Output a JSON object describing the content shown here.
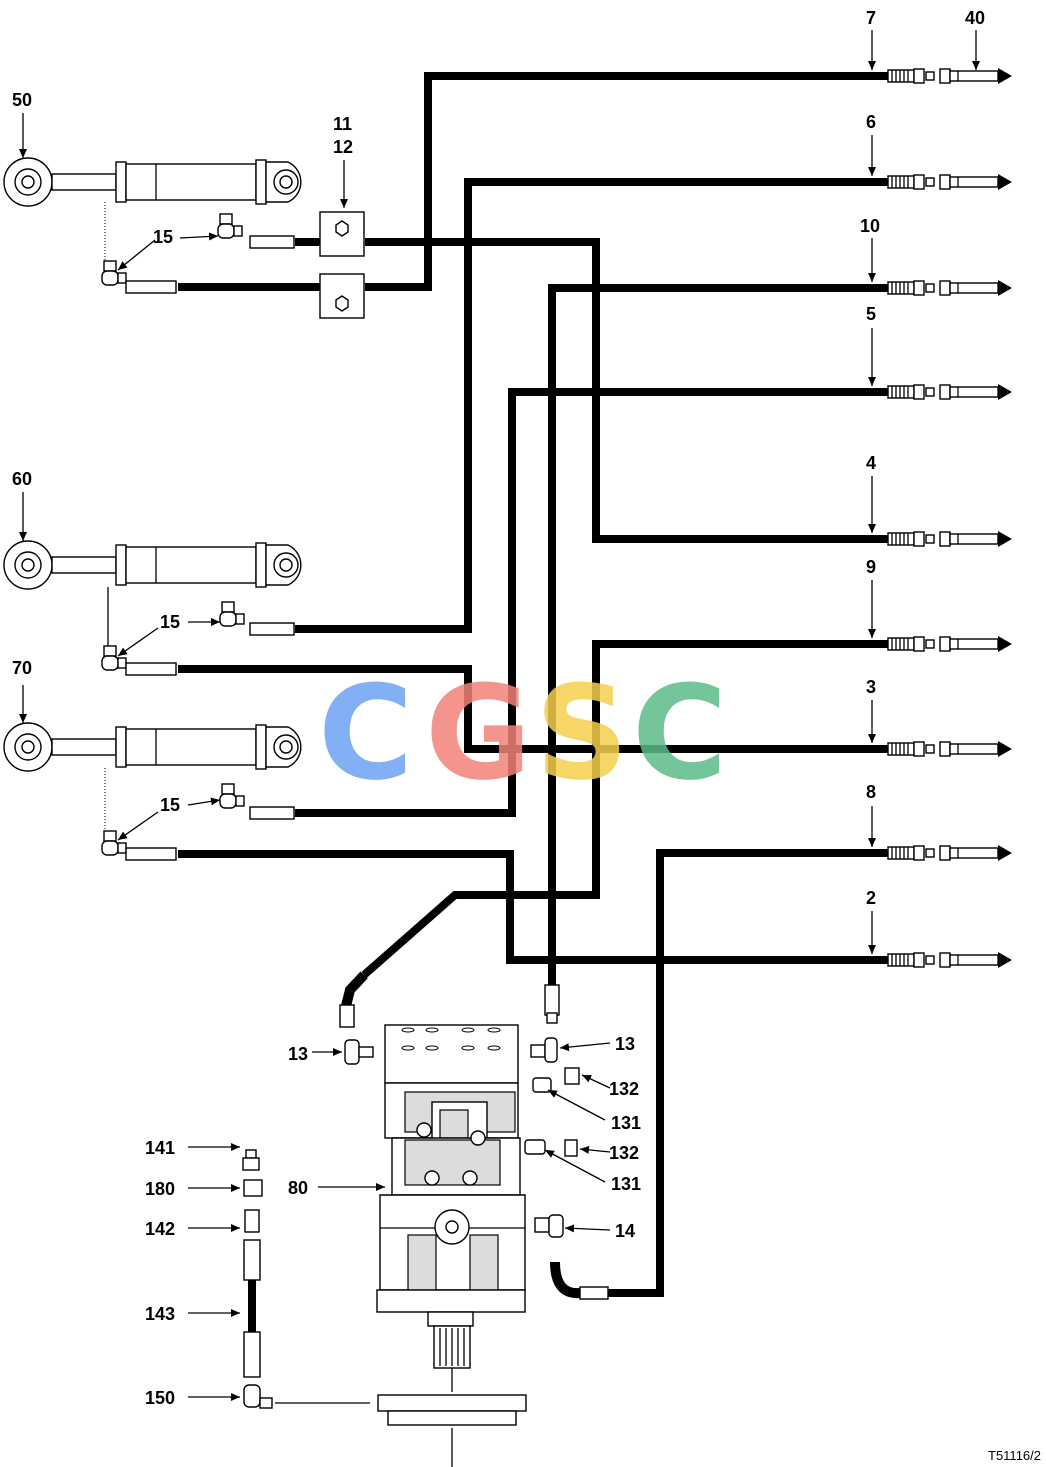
{
  "diagram": {
    "reference": "T51116/2",
    "watermark": {
      "text": "CGSC",
      "colors": [
        "#6ea3f3",
        "#f2837a",
        "#f5cf4c",
        "#5dbb8a"
      ]
    },
    "hose_numbers": {
      "h7": "7",
      "h40": "40",
      "h6": "6",
      "h10": "10",
      "h5": "5",
      "h4": "4",
      "h9": "9",
      "h3": "3",
      "h8": "8",
      "h2": "2"
    },
    "cylinder_numbers": {
      "c50": "50",
      "c60": "60",
      "c70": "70"
    },
    "valve_numbers": {
      "v11": "11",
      "v12": "12"
    },
    "fitting_numbers": {
      "f15a": "15",
      "f15b": "15",
      "f15c": "15",
      "f13a": "13",
      "f13b": "13",
      "f14": "14",
      "f132a": "132",
      "f131a": "131",
      "f132b": "132",
      "f131b": "131"
    },
    "motor_numbers": {
      "m80": "80"
    },
    "assembly_numbers": {
      "a141": "141",
      "a180": "180",
      "a142": "142",
      "a143": "143",
      "a150": "150"
    }
  }
}
